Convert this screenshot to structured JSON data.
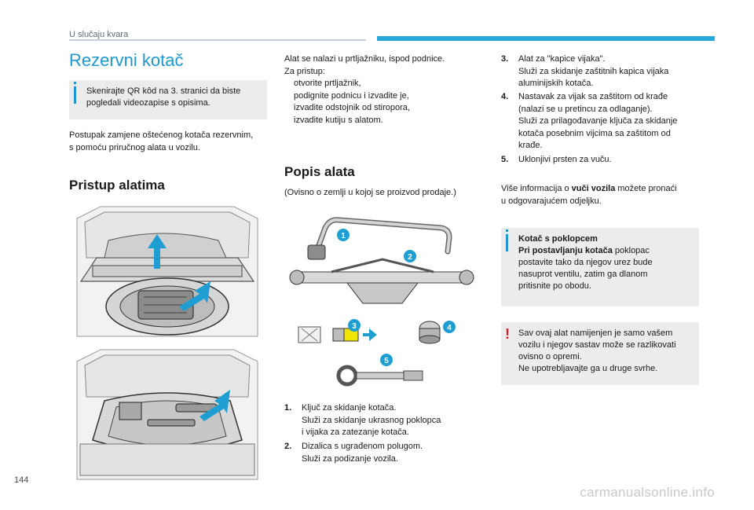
{
  "header": {
    "section": "U slučaju kvara"
  },
  "page": {
    "title": "Rezervni kotač",
    "number": "144",
    "watermark": "carmanualsonline.info"
  },
  "col1": {
    "info_note": [
      "Skenirajte QR kôd na 3. stranici da biste",
      "pogledali videozapise s opisima."
    ],
    "intro": [
      "Postupak zamjene oštećenog kotača rezervnim,",
      "s pomoću priručnog alata u vozilu."
    ],
    "heading": "Pristup alatima"
  },
  "col2": {
    "access_intro": [
      "Alat se nalazi u prtljažniku, ispod podnice.",
      "Za pristup:"
    ],
    "bullet_glyph": "",
    "steps": [
      "otvorite prtljažnik,",
      "podignite podnicu i izvadite je,",
      "izvadite odstojnik od stiropora,",
      "izvadite kutiju s alatom."
    ],
    "heading": "Popis alata",
    "subnote": "(Ovisno o zemlji u kojoj se proizvod prodaje.)",
    "tool_labels": [
      "1",
      "2",
      "3",
      "4",
      "5"
    ],
    "items": [
      {
        "num": "1.",
        "lines": [
          "Ključ za skidanje kotača.",
          "Služi za skidanje ukrasnog poklopca",
          "i vijaka za zatezanje kotača."
        ]
      },
      {
        "num": "2.",
        "lines": [
          "Dizalica s ugrađenom polugom.",
          "Služi za podizanje vozila."
        ]
      }
    ]
  },
  "col3": {
    "items": [
      {
        "num": "3.",
        "lines": [
          "Alat za \"kapice vijaka\".",
          "Služi za skidanje zaštitnih kapica vijaka",
          "aluminijskih kotača."
        ]
      },
      {
        "num": "4.",
        "lines": [
          "Nastavak za vijak sa zaštitom od krađe",
          "(nalazi se u pretincu za odlaganje).",
          "Služi za prilagođavanje ključa za skidanje",
          "kotača posebnim vijcima sa zaštitom od",
          "krađe."
        ]
      },
      {
        "num": "5.",
        "lines": [
          "Uklonjivi prsten za vuču."
        ]
      }
    ],
    "more_info": {
      "pre": "Više informacija o ",
      "bold": "vuči vozila",
      "post": " možete pronaći",
      "line2": "u odgovarajućem odjeljku."
    },
    "hubcap_note": {
      "title": "Kotač s poklopcem",
      "bold": "Pri postavljanju kotača",
      "rest": " poklopac",
      "lines": [
        "postavite tako da njegov urez bude",
        "nasuprot ventilu, zatim ga dlanom",
        "pritisnite po obodu."
      ]
    },
    "warning": {
      "glyph": "!",
      "lines": [
        "Sav ovaj alat namijenjen je samo vašem",
        "vozilu i njegov sastav može se razlikovati",
        "ovisno o opremi.",
        "Ne upotrebljavajte ga u druge svrhe."
      ]
    }
  },
  "colors": {
    "accent": "#1e98cf",
    "header_bar": "#2ba6d8",
    "warning": "#e31b23",
    "note_bg": "#ececed"
  }
}
